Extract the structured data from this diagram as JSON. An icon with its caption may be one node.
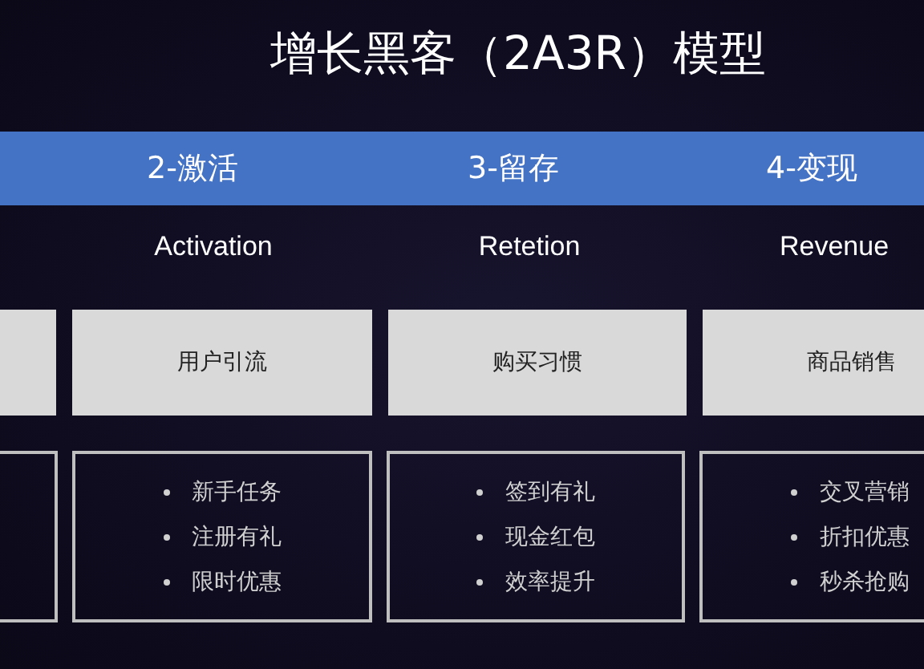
{
  "diagram": {
    "title": "增长黑客（2A3R）模型",
    "nodes": [
      {
        "text": [
          "2-激活",
          "3-留存",
          "4-变现"
        ]
      },
      {
        "text": [],
        "shape": "box"
      },
      {
        "text": [
          "用户引流"
        ]
      },
      {
        "text": [
          "购买习惯"
        ]
      },
      {
        "text": [
          "商品销售"
        ]
      },
      {
        "text": [],
        "shape": "box"
      },
      {
        "text": [
          "新手任务",
          "注册有礼",
          "限时优惠"
        ]
      },
      {
        "text": [
          "签到有礼",
          "现金红包",
          "效率提升"
        ]
      },
      {
        "text": [
          "交叉营销",
          "折扣优惠",
          "秒杀抢购"
        ]
      }
    ],
    "labels": [
      "Activation",
      "Retetion",
      "Revenue"
    ]
  }
}
